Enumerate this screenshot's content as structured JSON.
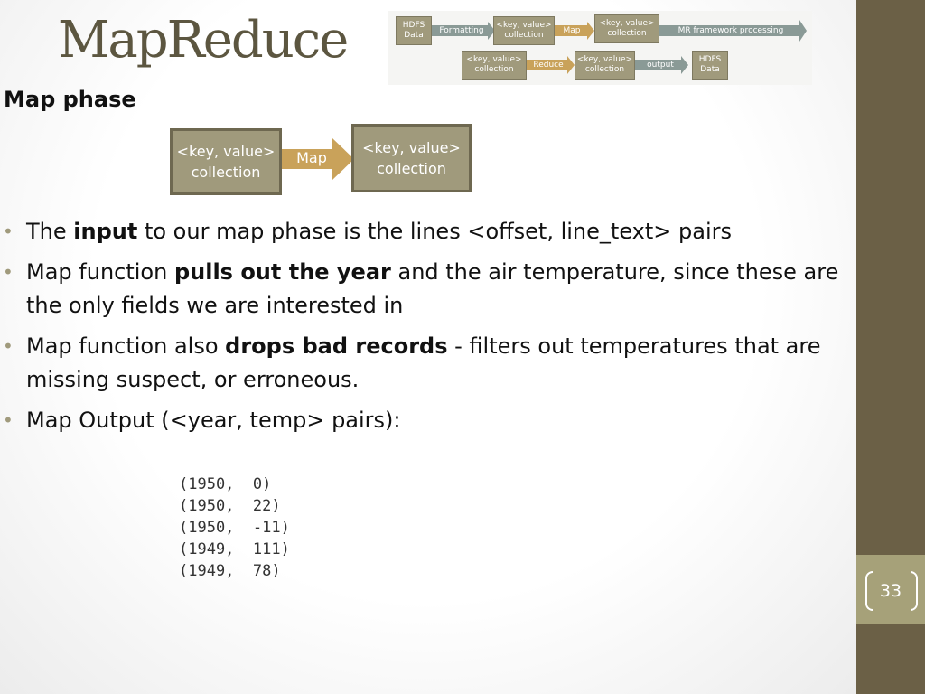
{
  "slide": {
    "title": "MapReduce",
    "subtitle": "Map phase",
    "page_number": "33"
  },
  "top_diagram": {
    "row1": {
      "hdfs": "HDFS\nData",
      "formatting": "Formatting",
      "kv1": "<key, value>\ncollection",
      "map": "Map",
      "kv2": "<key, value>\ncollection",
      "framework": "MR framework processing"
    },
    "row2": {
      "kv3": "<key, value>\ncollection",
      "reduce": "Reduce",
      "kv4": "<key, value>\ncollection",
      "output": "output",
      "hdfs": "HDFS\nData"
    }
  },
  "map_diagram": {
    "input_box": "<key, value>\ncollection",
    "arrow_label": "Map",
    "output_box": "<key, value>\ncollection"
  },
  "bullets": [
    {
      "pre": "The ",
      "bold": "input",
      "post": " to our map phase is the lines <offset, line_text> pairs"
    },
    {
      "pre": "Map function ",
      "bold": "pulls out the year",
      "post": " and the air temperature, since these are the only fields we are interested in"
    },
    {
      "pre": "Map function also ",
      "bold": "drops bad records",
      "post": "  - filters out temperatures that are missing suspect, or erroneous."
    },
    {
      "pre": "Map Output (<year, temp> pairs):",
      "bold": "",
      "post": ""
    }
  ],
  "map_output": [
    "(1950,  0)",
    "(1950,  22)",
    "(1950,  -11)",
    "(1949,  111)",
    "(1949,  78)"
  ],
  "colors": {
    "side_band": "#6b6046",
    "page_badge": "#a6a179",
    "box_fill": "#a09a7c",
    "box_border": "#6e6850",
    "arrow_gold": "#c9a25a",
    "arrow_gray": "#8a9a96",
    "title": "#5c5640"
  }
}
